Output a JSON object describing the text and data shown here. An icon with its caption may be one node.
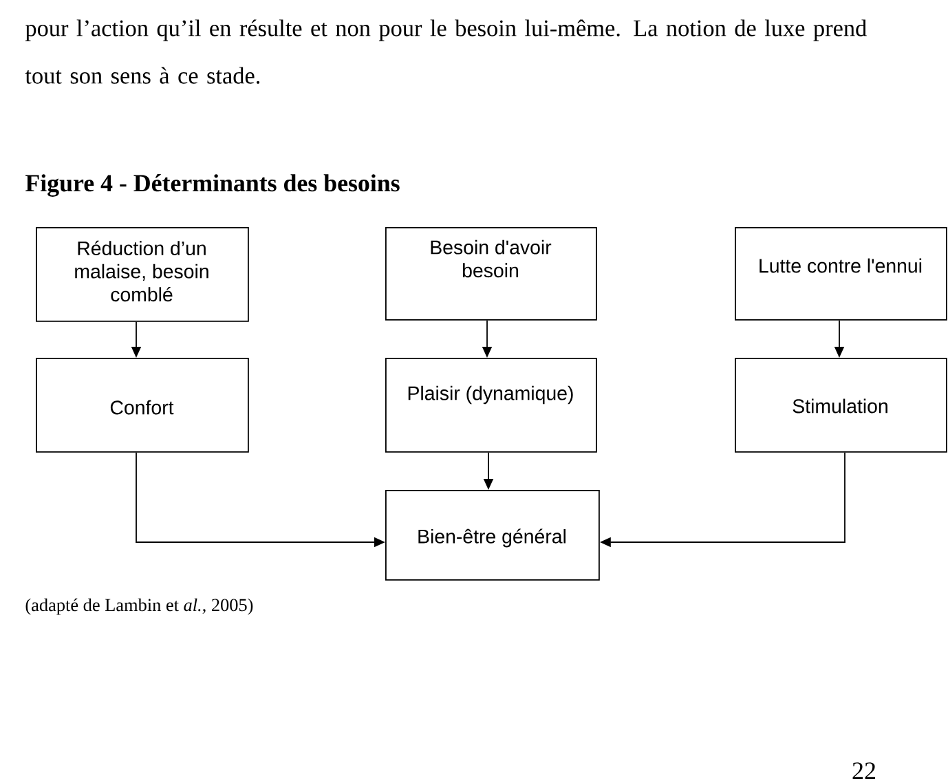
{
  "diagram": {
    "title": "Figure 4 - Déterminants des besoins",
    "caption": "(adapté de Lambin et *al.*, 2005)",
    "nodes": [
      {
        "text": [
          "Réduction d’un malaise, besoin comblé"
        ]
      },
      {
        "text": [
          "Besoin d'avoir besoin"
        ]
      },
      {
        "text": [
          "Lutte contre l'ennui"
        ]
      },
      {
        "text": [
          "Confort"
        ]
      },
      {
        "text": [
          "Plaisir (dynamique)"
        ]
      },
      {
        "text": [
          "Stimulation"
        ]
      },
      {
        "text": [
          "Bien-être général"
        ]
      }
    ],
    "edges": [
      {
        "from": 0,
        "to": 3,
        "arrow": "to"
      },
      {
        "from": 1,
        "to": 4,
        "arrow": "to"
      },
      {
        "from": 2,
        "to": 5,
        "arrow": "to"
      },
      {
        "from": 3,
        "to": 6,
        "arrow": "to"
      },
      {
        "from": 4,
        "to": 6,
        "arrow": "to"
      },
      {
        "from": 5,
        "to": 6,
        "arrow": "to"
      }
    ],
    "labels": [
      "pour l’action qu’il en résulte et non pour le besoin lui-même. La notion de luxe prend tout son sens à ce stade.",
      "22"
    ]
  }
}
